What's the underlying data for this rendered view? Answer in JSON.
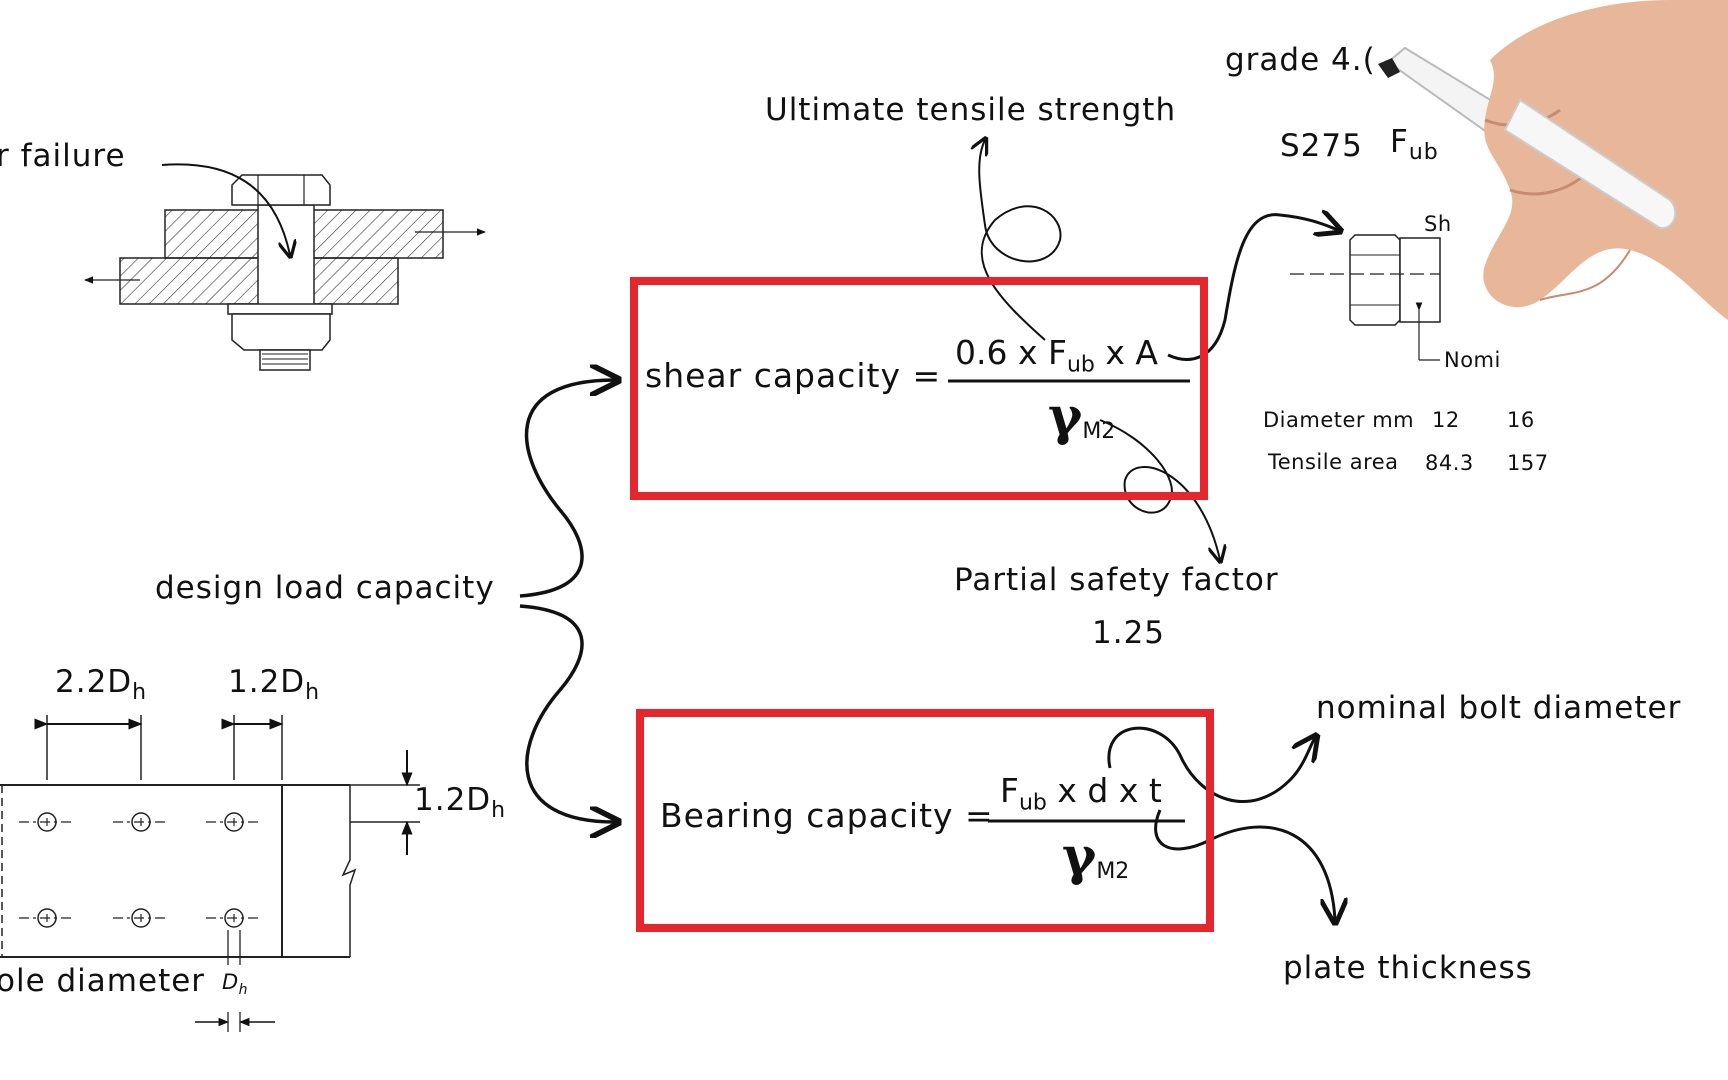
{
  "labels": {
    "shear_failure": "r failure",
    "design_load_capacity": "design load capacity",
    "ultimate_tensile_strength": "Ultimate tensile strength",
    "grade": "grade 4.(",
    "steel": "S275",
    "partial_safety_factor": "Partial safety factor",
    "safety_value": "1.25",
    "nominal_bolt_diameter": "nominal bolt diameter",
    "plate_thickness": "plate thickness",
    "hole_diameter": "ole diameter",
    "dim_2_2": "2.2D",
    "dim_1_2_top": "1.2D",
    "dim_1_2_side": "1.2D",
    "dim_sub": "h",
    "dh": "D",
    "dh_sub": "h",
    "shank_label": "Sh",
    "nominal_label": "Nomi"
  },
  "formula_shear": {
    "lhs": "shear capacity =",
    "num_pre": "0.6 x F",
    "num_sub": "ub",
    "num_post": " x A",
    "den": "γ",
    "den_sub": "M2"
  },
  "formula_bearing": {
    "lhs": "Bearing capacity =",
    "num_pre": "F",
    "num_sub": "ub",
    "num_post": " x d x t",
    "den": "γ",
    "den_sub": "M2"
  },
  "fub_label": {
    "pre": "F",
    "sub": "ub"
  },
  "table": {
    "rows": [
      {
        "label": "Diameter mm",
        "values": [
          "12",
          "16"
        ]
      },
      {
        "label": "Tensile area",
        "values": [
          "84.3",
          "157"
        ]
      }
    ]
  },
  "colors": {
    "box": "#e6262c",
    "ink": "#111111"
  }
}
